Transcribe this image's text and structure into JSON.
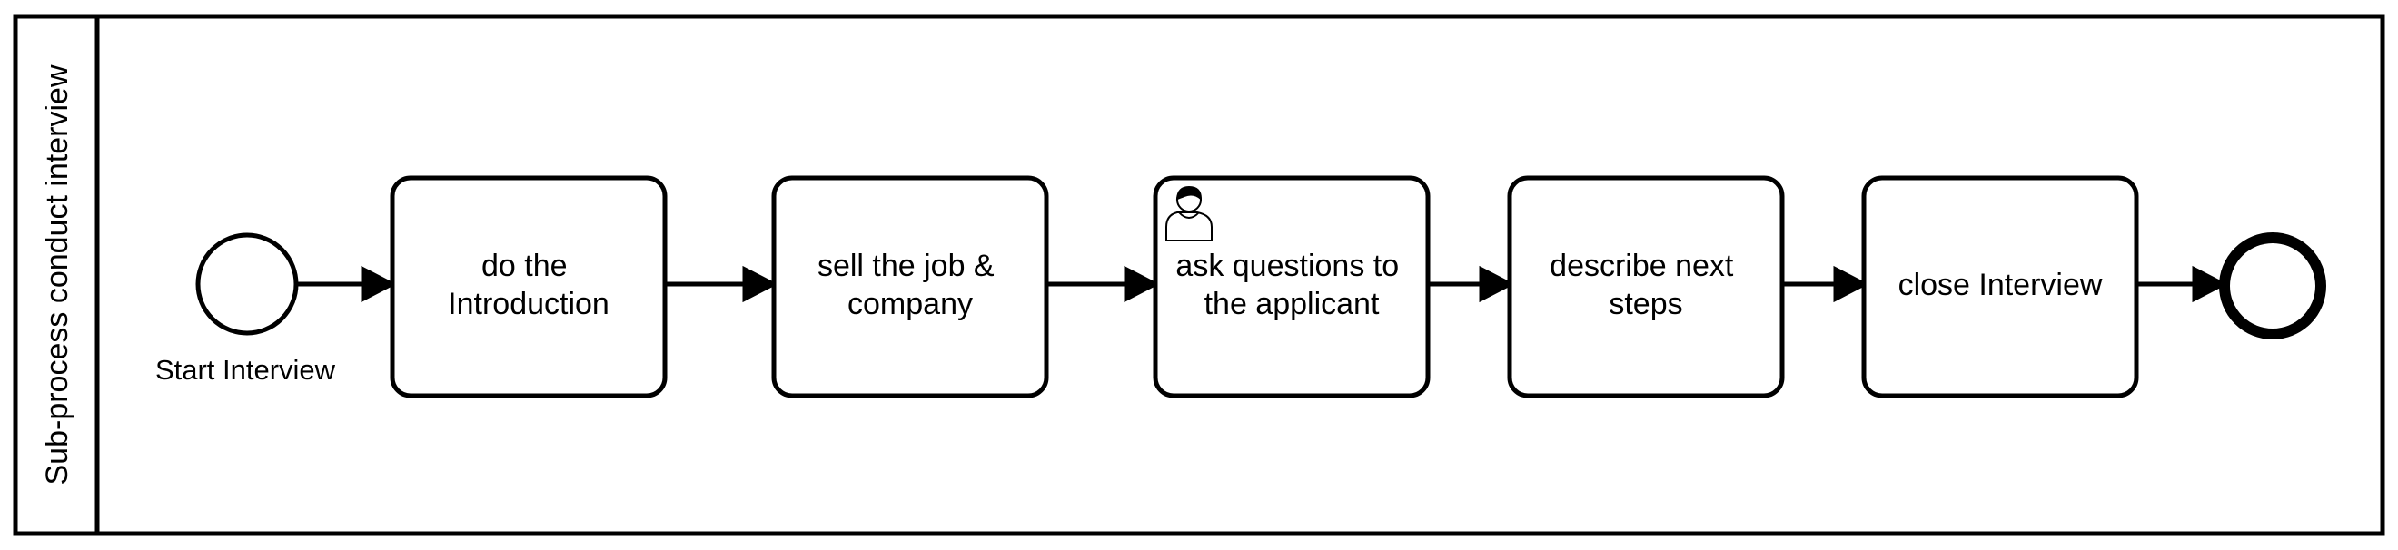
{
  "pool": {
    "lane_label": "Sub-process conduct interview"
  },
  "start_event": {
    "label": "Start Interview"
  },
  "tasks": [
    {
      "lines": [
        "do the",
        "Introduction"
      ],
      "type": "task"
    },
    {
      "lines": [
        "sell the job &",
        "company"
      ],
      "type": "task"
    },
    {
      "lines": [
        "ask questions to",
        "the applicant"
      ],
      "type": "user-task",
      "icon": "user-icon"
    },
    {
      "lines": [
        "describe next",
        "steps"
      ],
      "type": "task"
    },
    {
      "lines": [
        "close Interview"
      ],
      "type": "task"
    }
  ],
  "end_event": {
    "label": ""
  },
  "colors": {
    "stroke": "#000000",
    "fill": "#ffffff"
  }
}
